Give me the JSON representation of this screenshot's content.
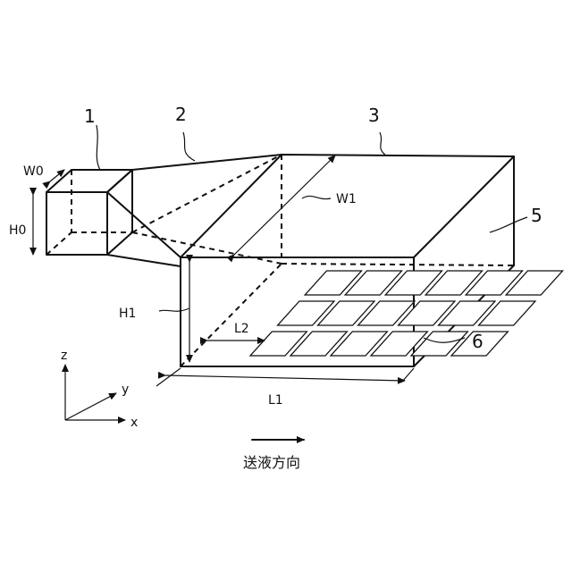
{
  "refs": {
    "r1": "1",
    "r2": "2",
    "r3": "3",
    "r5": "5",
    "r6": "6"
  },
  "dims": {
    "w0": "W0",
    "h0": "H0",
    "w1": "W1",
    "h1": "H1",
    "l1": "L1",
    "l2": "L2"
  },
  "axes": {
    "x": "x",
    "y": "y",
    "z": "z"
  },
  "caption": "送液方向",
  "grid": {
    "rows": 3,
    "cols": 6
  }
}
